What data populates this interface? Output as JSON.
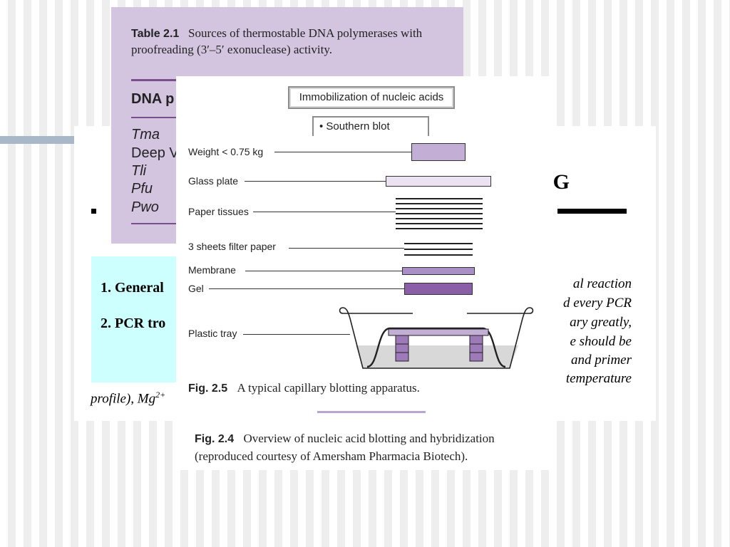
{
  "back_slide": {
    "heading_fragment": "NG",
    "list_items": [
      "1. General",
      "2. PCR tro"
    ],
    "right_text_lines": [
      "al  reaction",
      "d every PCR",
      "ary greatly,",
      "e  should  be",
      "and  primer",
      "temperature"
    ],
    "bottom_text_left": "profile), Mg",
    "bottom_text_sup": "2+"
  },
  "table_card": {
    "label": "Table 2.1",
    "caption": "Sources of thermostable DNA polymerases with proofreading (3′–5′ exonuclease) activity.",
    "column_header": "DNA p",
    "rows": [
      "Tma",
      "Deep V",
      "Tli",
      "Pfu",
      "Pwo"
    ]
  },
  "figure_card": {
    "flow_box_title": "Immobilization of nucleic acids",
    "flow_box_item": "• Southern blot",
    "labels": {
      "weight": "Weight < 0.75 kg",
      "glass": "Glass plate",
      "tissues": "Paper tissues",
      "filter": "3 sheets filter paper",
      "membrane": "Membrane",
      "gel": "Gel",
      "tray": "Plastic tray"
    },
    "fig25_label": "Fig. 2.5",
    "fig25_caption": "A typical capillary blotting apparatus.",
    "fig24_label": "Fig. 2.4",
    "fig24_caption": "Overview of nucleic acid blotting and hybridization (reproduced courtesy of Amersham Pharmacia Biotech).",
    "colors": {
      "weight": "#c3aed6",
      "glass": "#ebe3f2",
      "membrane": "#a98fc6",
      "gel": "#8b5ea8",
      "tray_liquid": "#d8d8d8",
      "supports": "#9c7bb8"
    }
  }
}
